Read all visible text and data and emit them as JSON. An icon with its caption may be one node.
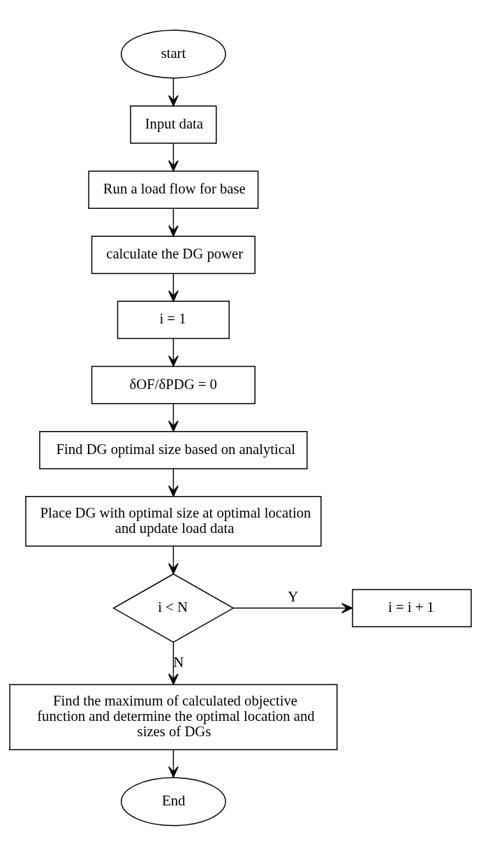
{
  "diagram": {
    "nodes": [
      {
        "text": [
          "start"
        ]
      },
      {
        "text": [
          "Input data"
        ]
      },
      {
        "text": [
          "Run a load flow for base"
        ]
      },
      {
        "text": [
          "calculate the DG power"
        ]
      },
      {
        "text": [
          "i = 1"
        ]
      },
      {
        "text": [
          "δOF/δPDG = 0"
        ]
      },
      {
        "text": [
          "Find DG optimal size based on analytical"
        ]
      },
      {
        "text": [
          "Place DG with optimal size at optimal location and update load data"
        ]
      },
      {
        "text": [
          "i < N"
        ]
      },
      {
        "text": [
          "i = i + 1"
        ]
      },
      {
        "text": [
          "Find the maximum of calculated objective function and determine the optimal location and sizes of DGs"
        ]
      },
      {
        "text": [
          "End"
        ]
      }
    ],
    "edges": [
      {
        "from": 0,
        "to": 1,
        "arrow": "to"
      },
      {
        "from": 1,
        "to": 2,
        "arrow": "to"
      },
      {
        "from": 2,
        "to": 3,
        "arrow": "to"
      },
      {
        "from": 3,
        "to": 4,
        "arrow": "to"
      },
      {
        "from": 4,
        "to": 5,
        "arrow": "to"
      },
      {
        "from": 5,
        "to": 6,
        "arrow": "to"
      },
      {
        "from": 6,
        "to": 7,
        "arrow": "to"
      },
      {
        "from": 7,
        "to": 8,
        "arrow": "to"
      },
      {
        "from": 8,
        "to": 9,
        "label": "Y",
        "arrow": "to"
      },
      {
        "from": 8,
        "to": 10,
        "label": "N",
        "arrow": "to"
      },
      {
        "from": 10,
        "to": 11,
        "arrow": "to"
      }
    ]
  }
}
